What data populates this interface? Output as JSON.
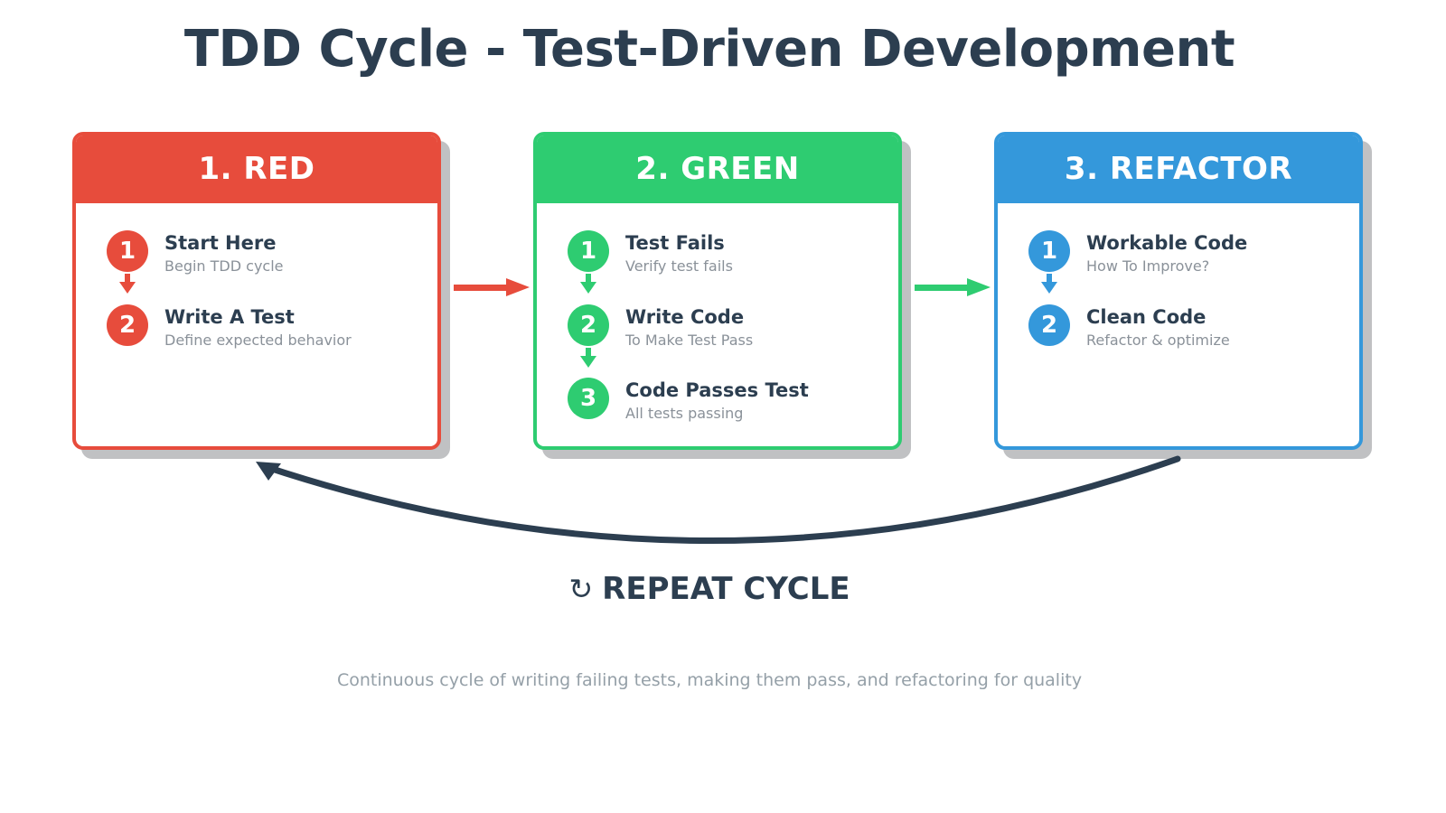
{
  "title": "TDD Cycle - Test-Driven Development",
  "colors": {
    "red": "#e74c3c",
    "green": "#2ecc71",
    "blue": "#3498db",
    "navy": "#2c3e50",
    "subtext": "#8a9199",
    "footer": "#95a0a8",
    "shadow": "#8c8e91",
    "background": "#ffffff"
  },
  "cards": [
    {
      "id": "red",
      "header": "1. RED",
      "accent": "#e74c3c",
      "steps": [
        {
          "number": "1",
          "title": "Start Here",
          "subtitle": "Begin TDD cycle"
        },
        {
          "number": "2",
          "title": "Write A Test",
          "subtitle": "Define expected behavior"
        }
      ]
    },
    {
      "id": "green",
      "header": "2. GREEN",
      "accent": "#2ecc71",
      "steps": [
        {
          "number": "1",
          "title": "Test Fails",
          "subtitle": "Verify test fails"
        },
        {
          "number": "2",
          "title": "Write Code",
          "subtitle": "To Make Test Pass"
        },
        {
          "number": "3",
          "title": "Code Passes Test",
          "subtitle": "All tests passing"
        }
      ]
    },
    {
      "id": "blue",
      "header": "3. REFACTOR",
      "accent": "#3498db",
      "steps": [
        {
          "number": "1",
          "title": "Workable Code",
          "subtitle": "How To Improve?"
        },
        {
          "number": "2",
          "title": "Clean Code",
          "subtitle": "Refactor & optimize"
        }
      ]
    }
  ],
  "connectors": [
    {
      "id": "red-to-green",
      "color": "#e74c3c",
      "direction": "right"
    },
    {
      "id": "green-to-blue",
      "color": "#2ecc71",
      "direction": "right"
    }
  ],
  "return_arrow": {
    "id": "repeat-cycle-curve",
    "color": "#2c3e50",
    "direction": "right-to-left"
  },
  "repeat": {
    "icon": "↻",
    "label": "REPEAT CYCLE"
  },
  "footer": "Continuous cycle of writing failing tests, making them pass, and refactoring for quality"
}
